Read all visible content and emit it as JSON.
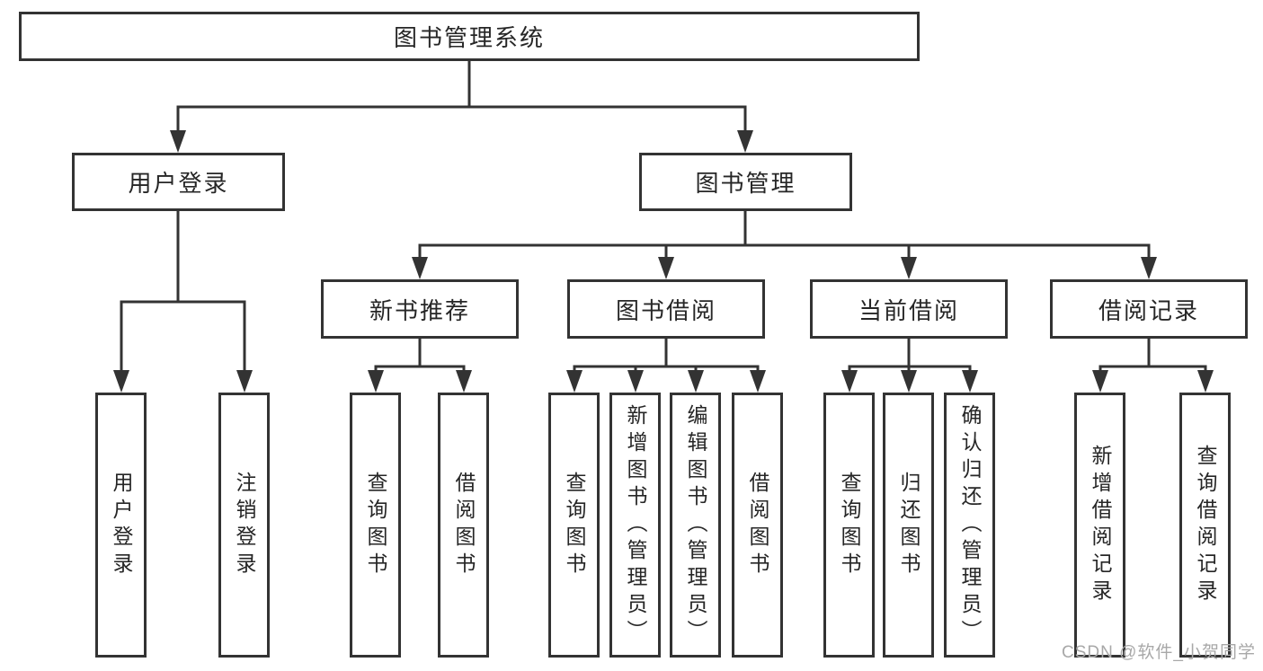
{
  "diagram": {
    "type": "hierarchy-tree",
    "root": {
      "label": "图书管理系统",
      "children": [
        {
          "label": "用户登录",
          "children": [
            {
              "label": "用户登录"
            },
            {
              "label": "注销登录"
            }
          ]
        },
        {
          "label": "图书管理",
          "children": [
            {
              "label": "新书推荐",
              "children": [
                {
                  "label": "查询图书"
                },
                {
                  "label": "借阅图书"
                }
              ]
            },
            {
              "label": "图书借阅",
              "children": [
                {
                  "label": "查询图书"
                },
                {
                  "label": "新增图书（管理员）"
                },
                {
                  "label": "编辑图书（管理员）"
                },
                {
                  "label": "借阅图书"
                }
              ]
            },
            {
              "label": "当前借阅",
              "children": [
                {
                  "label": "查询图书"
                },
                {
                  "label": "归还图书"
                },
                {
                  "label": "确认归还（管理员）"
                }
              ]
            },
            {
              "label": "借阅记录",
              "children": [
                {
                  "label": "新增借阅记录"
                },
                {
                  "label": "查询借阅记录"
                }
              ]
            }
          ]
        }
      ]
    }
  },
  "watermark": {
    "text": "CSDN @软件_小贺同学"
  },
  "colors": {
    "line": "#333333",
    "box_border": "#333333",
    "text": "#262626",
    "watermark": "#a8a8a8",
    "background": "#ffffff"
  }
}
